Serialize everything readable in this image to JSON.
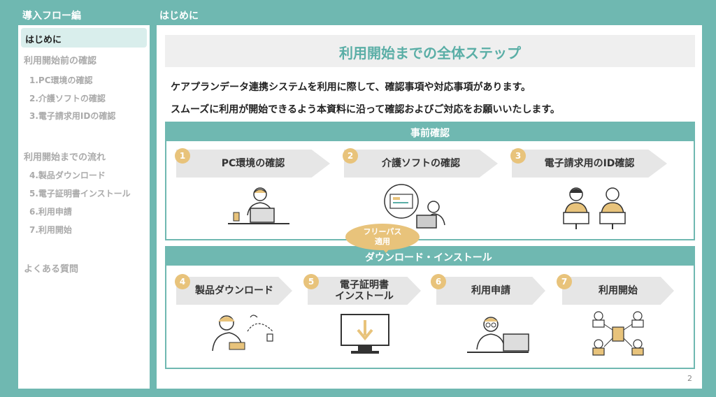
{
  "header": {
    "left_title": "導入フロー編",
    "right_title": "はじめに"
  },
  "sidebar": {
    "active": "はじめに",
    "group1": "利用開始前の確認",
    "group1_items": [
      "1.PC環境の確認",
      "2.介護ソフトの確認",
      "3.電子請求用IDの確認"
    ],
    "group2": "利用開始までの流れ",
    "group2_items": [
      "4.製品ダウンロード",
      "5.電子証明書インストール",
      "6.利用申請",
      "7.利用開始"
    ],
    "group3": "よくある質問"
  },
  "main": {
    "title": "利用開始までの全体ステップ",
    "intro1": "ケアプランデータ連携システムを利用に際して、確認事項や対応事項があります。",
    "intro2": "スムーズに利用が開始できるよう本資料に沿って確認およびご対応をお願いいたします。",
    "section1": {
      "heading": "事前確認",
      "steps": [
        {
          "num": "1",
          "label": "PC環境の確認"
        },
        {
          "num": "2",
          "label": "介護ソフトの確認"
        },
        {
          "num": "3",
          "label": "電子請求用のID確認"
        }
      ]
    },
    "section2": {
      "heading": "ダウンロード・インストール",
      "badge_line1": "フリーパス",
      "badge_line2": "適用",
      "steps": [
        {
          "num": "4",
          "label": "製品ダウンロード"
        },
        {
          "num": "5",
          "label_line1": "電子証明書",
          "label_line2": "インストール"
        },
        {
          "num": "6",
          "label": "利用申請"
        },
        {
          "num": "7",
          "label": "利用開始"
        }
      ]
    },
    "page_number": "2"
  },
  "colors": {
    "teal": "#6fb8b1",
    "gold": "#e8c37b",
    "chevron": "#e6e6e6"
  }
}
